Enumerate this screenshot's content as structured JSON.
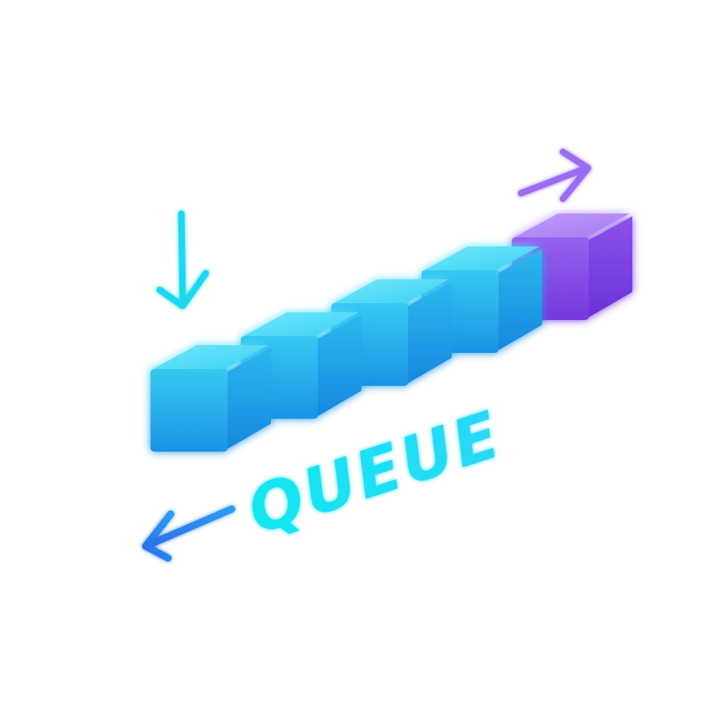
{
  "label": "QUEUE",
  "colors": {
    "background": "#ffffff",
    "cube_blue_light": "#38d6f5",
    "cube_blue_dark": "#1a9fe6",
    "cube_purple_light": "#a77bf3",
    "cube_purple_dark": "#7a3fe0",
    "label": "#1fe0f2",
    "arrow_enqueue": "#1fd8ef",
    "arrow_dequeue": "#9a6cf0",
    "arrow_return": "#2f86ee"
  },
  "queue": {
    "items": [
      {
        "color": "blue"
      },
      {
        "color": "blue"
      },
      {
        "color": "blue"
      },
      {
        "color": "blue"
      },
      {
        "color": "purple"
      }
    ]
  },
  "arrows": [
    {
      "role": "enqueue",
      "direction": "down",
      "icon": "arrow-down-icon"
    },
    {
      "role": "dequeue",
      "direction": "right",
      "icon": "arrow-right-icon"
    },
    {
      "role": "return",
      "direction": "left",
      "icon": "arrow-left-icon"
    }
  ]
}
